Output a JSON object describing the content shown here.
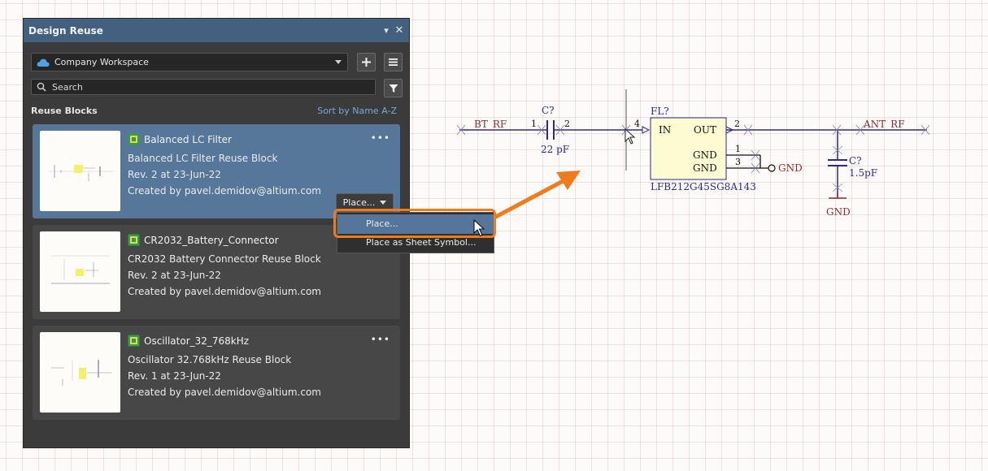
{
  "panel": {
    "title": "Design Reuse",
    "workspace": "Company Workspace",
    "search_placeholder": "Search",
    "section_label": "Reuse Blocks",
    "sort_label": "Sort by Name A-Z"
  },
  "cards": [
    {
      "name": "Balanced LC Filter",
      "description": "Balanced LC Filter Reuse Block",
      "revision": "Rev. 2 at 23-Jun-22",
      "created_by": "Created by pavel.demidov@altium.com"
    },
    {
      "name": "CR2032_Battery_Connector",
      "description": "CR2032 Battery Connector Reuse Block",
      "revision": "Rev. 2 at 23-Jun-22",
      "created_by": "Created by pavel.demidov@altium.com"
    },
    {
      "name": "Oscillator_32_768kHz",
      "description": "Oscillator 32.768kHz Reuse Block",
      "revision": "Rev. 1 at 23-Jun-22",
      "created_by": "Created by pavel.demidov@altium.com"
    }
  ],
  "place_button": "Place...",
  "menu": {
    "place": "Place...",
    "place_as_sheet_symbol": "Place as Sheet Symbol..."
  },
  "schematic": {
    "net_bt_rf": "BT_RF",
    "net_ant_rf": "ANT_RF",
    "cap1_designator": "C?",
    "cap1_value": "22 pF",
    "cap1_pin1": "1",
    "cap1_pin2": "2",
    "filter_designator": "FL?",
    "filter_part": "LFB212G45SG8A143",
    "pin_in": "IN",
    "pin_out": "OUT",
    "pin_gnd_1": "GND",
    "pin_gnd_2": "GND",
    "pin_num_in": "4",
    "pin_num_out": "2",
    "pin_num_gnd1": "1",
    "pin_num_gnd2": "3",
    "gnd_port": "GND",
    "cap2_designator": "C?",
    "cap2_value": "1.5pF",
    "gnd_symbol": "GND"
  },
  "colors": {
    "panel_bg": "#3b3b3b",
    "title_bar": "#43617f",
    "selected_card": "#57779a",
    "link": "#7aa7d6",
    "highlight": "#ef7b1d",
    "wire": "#2b2b8a",
    "net_label": "#8b2a2a",
    "component_fill": "#fdfbd2"
  }
}
